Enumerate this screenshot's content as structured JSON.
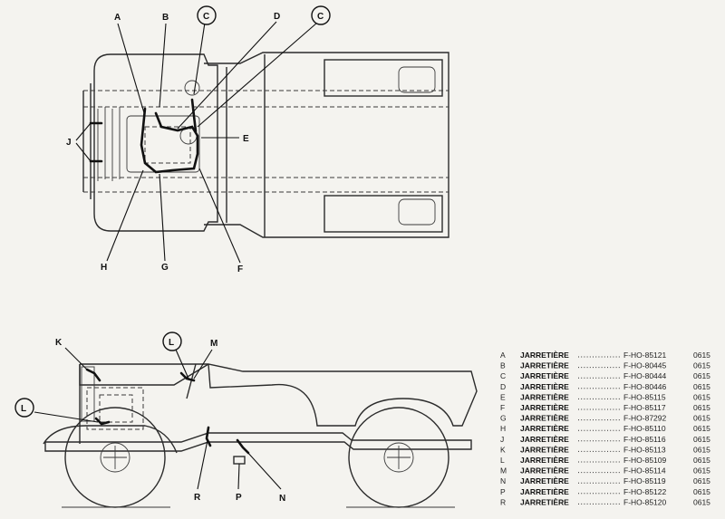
{
  "callouts": {
    "top": [
      "A",
      "B",
      "C",
      "D",
      "C",
      "E",
      "J",
      "H",
      "G",
      "F"
    ],
    "side": [
      "K",
      "L",
      "M",
      "L",
      "R",
      "P",
      "N"
    ]
  },
  "parts": [
    {
      "ref": "A",
      "name": "JARRETIÈRE",
      "part_no": "F-HO-85121",
      "code": "0615"
    },
    {
      "ref": "B",
      "name": "JARRETIÈRE",
      "part_no": "F-HO-80445",
      "code": "0615"
    },
    {
      "ref": "C",
      "name": "JARRETIÈRE",
      "part_no": "F-HO-80444",
      "code": "0615"
    },
    {
      "ref": "D",
      "name": "JARRETIÈRE",
      "part_no": "F-HO-80446",
      "code": "0615"
    },
    {
      "ref": "E",
      "name": "JARRETIÈRE",
      "part_no": "F-HO-85115",
      "code": "0615"
    },
    {
      "ref": "F",
      "name": "JARRETIÈRE",
      "part_no": "F-HO-85117",
      "code": "0615"
    },
    {
      "ref": "G",
      "name": "JARRETIÈRE",
      "part_no": "F-HO-87292",
      "code": "0615"
    },
    {
      "ref": "H",
      "name": "JARRETIÈRE",
      "part_no": "F-HO-85110",
      "code": "0615"
    },
    {
      "ref": "J",
      "name": "JARRETIÈRE",
      "part_no": "F-HO-85116",
      "code": "0615"
    },
    {
      "ref": "K",
      "name": "JARRETIÈRE",
      "part_no": "F-HO-85113",
      "code": "0615"
    },
    {
      "ref": "L",
      "name": "JARRETIÈRE",
      "part_no": "F-HO-85109",
      "code": "0615"
    },
    {
      "ref": "M",
      "name": "JARRETIÈRE",
      "part_no": "F-HO-85114",
      "code": "0615"
    },
    {
      "ref": "N",
      "name": "JARRETIÈRE",
      "part_no": "F-HO-85119",
      "code": "0615"
    },
    {
      "ref": "P",
      "name": "JARRETIÈRE",
      "part_no": "F-HO-85122",
      "code": "0615"
    },
    {
      "ref": "R",
      "name": "JARRETIÈRE",
      "part_no": "F-HO-85120",
      "code": "0615"
    }
  ]
}
